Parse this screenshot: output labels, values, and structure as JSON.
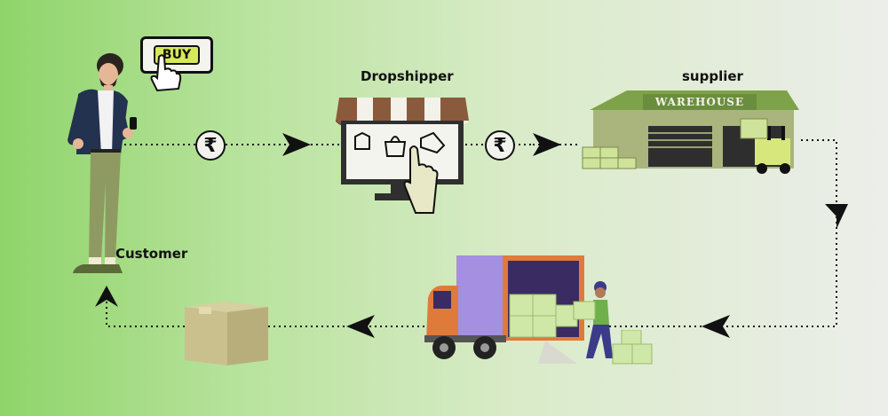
{
  "labels": {
    "customer": "Customer",
    "dropshipper": "Dropshipper",
    "supplier": "supplier"
  },
  "buy_button": {
    "label": "BUY"
  },
  "warehouse_sign": "WAREHOUSE",
  "currency_symbol": "₹",
  "colors": {
    "background_left": "#8fd46a",
    "background_right": "#eceeea",
    "line": "#111111",
    "awning_brown": "#8a5a3c",
    "warehouse_roof": "#7da24a",
    "truck_body": "#a48fe0",
    "truck_cab": "#e07a3a",
    "box": "#c9c08e"
  }
}
